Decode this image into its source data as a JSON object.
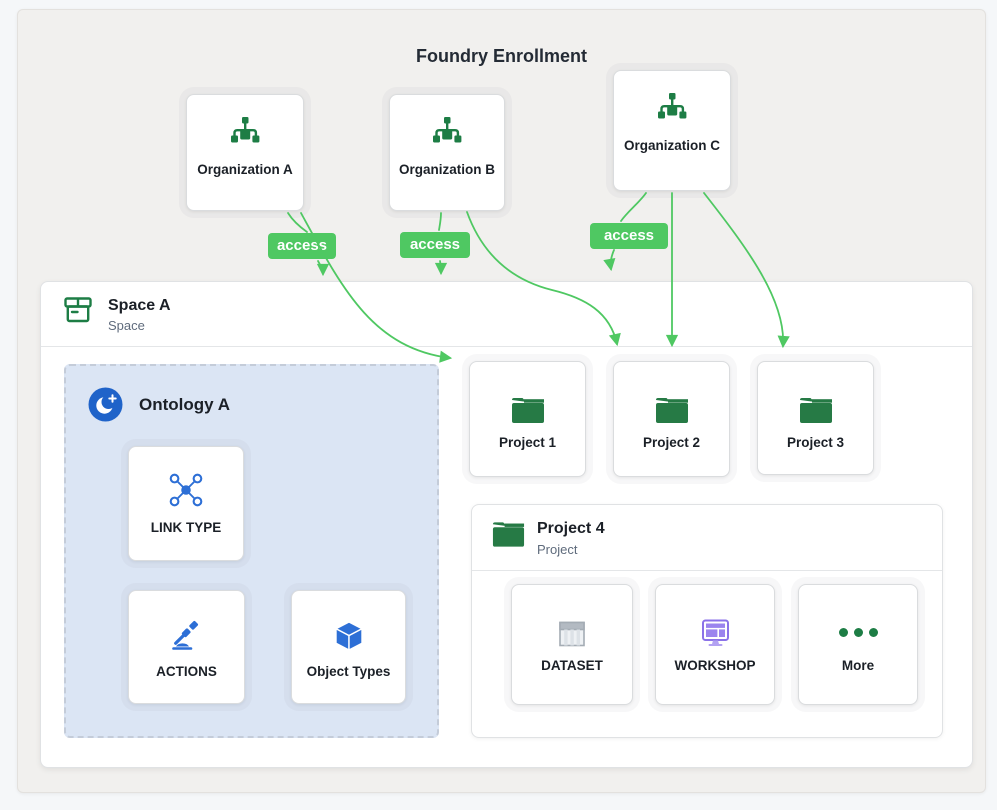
{
  "page": {
    "title": "Foundry Enrollment"
  },
  "organizations": [
    {
      "label": "Organization A",
      "icon": "org-chart-icon"
    },
    {
      "label": "Organization B",
      "icon": "org-chart-icon"
    },
    {
      "label": "Organization C",
      "icon": "org-chart-icon"
    }
  ],
  "access_badges": [
    {
      "label": "access"
    },
    {
      "label": "access"
    },
    {
      "label": "access"
    }
  ],
  "space": {
    "title": "Space A",
    "subtitle": "Space",
    "icon": "space-box-icon"
  },
  "ontology": {
    "title": "Ontology A",
    "icon": "ontology-moon-icon",
    "cards": [
      {
        "label": "LINK TYPE",
        "icon": "link-type-icon"
      },
      {
        "label": "ACTIONS",
        "icon": "actions-gavel-icon"
      },
      {
        "label": "Object Types",
        "icon": "object-types-cube-icon"
      }
    ]
  },
  "projects": [
    {
      "label": "Project 1",
      "icon": "folder-icon"
    },
    {
      "label": "Project 2",
      "icon": "folder-icon"
    },
    {
      "label": "Project 3",
      "icon": "folder-icon"
    }
  ],
  "project4": {
    "title": "Project 4",
    "subtitle": "Project",
    "icon": "folder-icon",
    "cards": [
      {
        "label": "DATASET",
        "icon": "dataset-table-icon"
      },
      {
        "label": "WORKSHOP",
        "icon": "workshop-monitor-icon"
      },
      {
        "label": "More",
        "icon": "more-dots-icon"
      }
    ]
  },
  "edges": [
    {
      "from": "Organization A",
      "to": "access badge 1"
    },
    {
      "from": "access badge 1",
      "to": "Space A"
    },
    {
      "from": "Organization A",
      "to": "Project 1"
    },
    {
      "from": "Organization B",
      "to": "access badge 2"
    },
    {
      "from": "access badge 2",
      "to": "Space A"
    },
    {
      "from": "Organization B",
      "to": "Project 2"
    },
    {
      "from": "Organization C",
      "to": "access badge 3"
    },
    {
      "from": "access badge 3",
      "to": "Space A"
    },
    {
      "from": "Organization C",
      "to": "Project 2"
    },
    {
      "from": "Organization C",
      "to": "Project 3"
    }
  ],
  "colors": {
    "green_accent": "#4fc862",
    "green_dark": "#1d7d45",
    "blue": "#2d6fd6",
    "blue_deep": "#1f63c9",
    "purple": "#8b72e8",
    "purple_fill": "#9b84ee",
    "ontology_bg": "#dbe5f4",
    "enrollment_bg": "#f1f0ee",
    "page_bg": "#f5f7f9"
  }
}
